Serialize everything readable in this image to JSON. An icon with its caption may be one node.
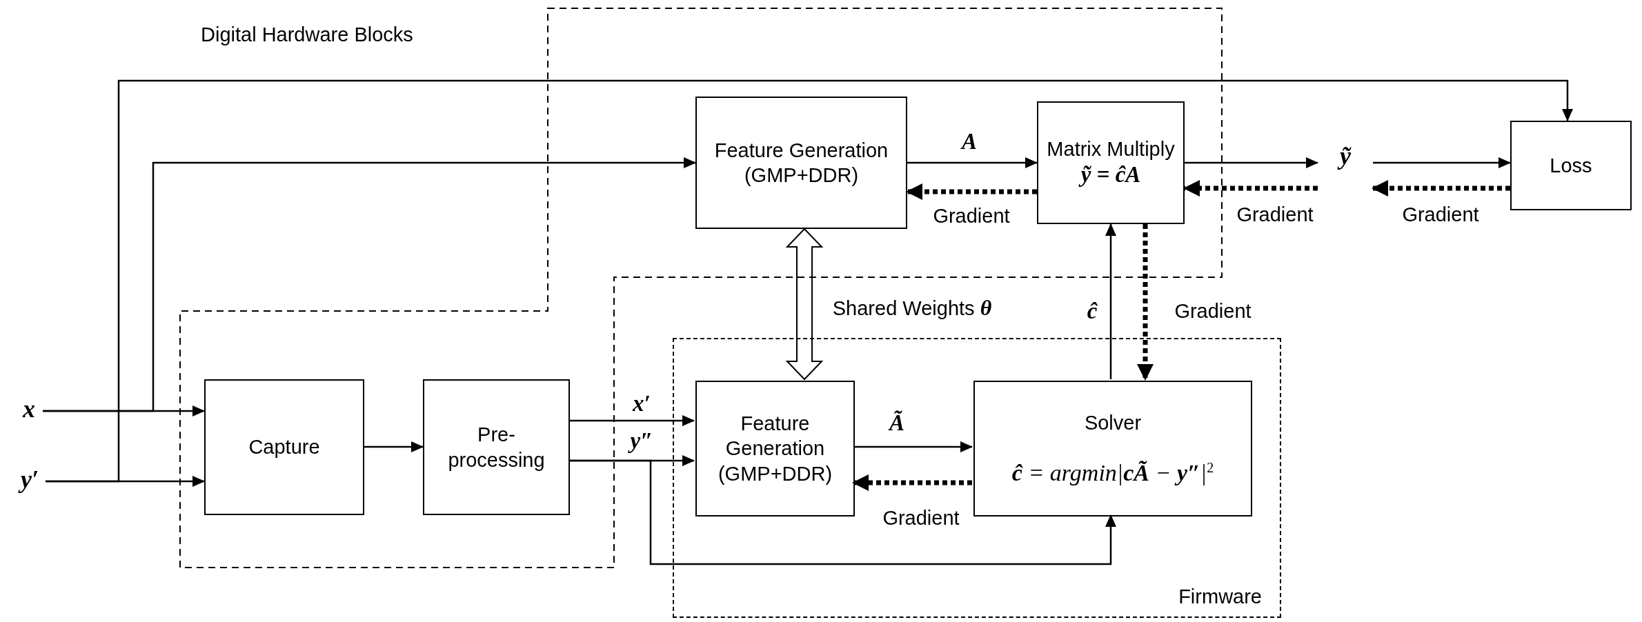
{
  "diagram": {
    "nodes": [
      {
        "text": [
          "Digital Hardware Blocks"
        ]
      },
      {
        "text": [
          "Firmware"
        ]
      },
      {
        "text": [
          "x"
        ]
      },
      {
        "text": [
          "y′"
        ]
      },
      {
        "text": [
          "Capture"
        ],
        "in": 0
      },
      {
        "text": [
          "Pre- processing"
        ],
        "in": 0
      },
      {
        "text": [
          "Feature Generation (GMP+DDR)"
        ],
        "in": 0
      },
      {
        "text": [
          "Matrix Multiply",
          "ỹ = ĉA"
        ],
        "in": 0
      },
      {
        "text": [
          "ỹ"
        ]
      },
      {
        "text": [
          "Loss"
        ]
      },
      {
        "text": [
          "Feature Generation (GMP+DDR)"
        ],
        "in": 1
      },
      {
        "text": [
          "Solver",
          "**ĉ** = *argmin*|**cÃ** − **y″**|$^{2}$"
        ],
        "in": 1
      }
    ],
    "edges": [
      {
        "from": 2,
        "to": 4,
        "arrow": "to"
      },
      {
        "from": 3,
        "to": 4,
        "arrow": "to"
      },
      {
        "from": 2,
        "to": 6,
        "arrow": "to"
      },
      {
        "from": 3,
        "to": 9,
        "arrow": "to"
      },
      {
        "from": 4,
        "to": 5,
        "arrow": "to"
      },
      {
        "from": 5,
        "to": 10,
        "arrow": "to",
        "label": "x′"
      },
      {
        "from": 5,
        "to": 10,
        "arrow": "to",
        "label": "y″"
      },
      {
        "from": 5,
        "to": 11,
        "arrow": "to"
      },
      {
        "from": 6,
        "to": 7,
        "arrow": "to",
        "label": "A"
      },
      {
        "from": 7,
        "to": 6,
        "arrow": "to",
        "label": "Gradient",
        "style": "dashed"
      },
      {
        "from": 7,
        "to": 8,
        "arrow": "to"
      },
      {
        "from": 8,
        "to": 9,
        "arrow": "to"
      },
      {
        "from": 9,
        "to": 8,
        "arrow": "to",
        "label": "Gradient",
        "style": "dashed"
      },
      {
        "from": 8,
        "to": 7,
        "arrow": "to",
        "label": "Gradient",
        "style": "dashed"
      },
      {
        "from": 6,
        "to": 10,
        "arrow": "both",
        "label": "Shared Weights **θ**",
        "style": "thick"
      },
      {
        "from": 10,
        "to": 11,
        "arrow": "to",
        "label": "Ã"
      },
      {
        "from": 11,
        "to": 10,
        "arrow": "to",
        "label": "Gradient",
        "style": "dashed"
      },
      {
        "from": 11,
        "to": 7,
        "arrow": "to",
        "label": "ĉ"
      },
      {
        "from": 7,
        "to": 11,
        "arrow": "to",
        "label": "Gradient",
        "style": "dashed"
      }
    ]
  }
}
